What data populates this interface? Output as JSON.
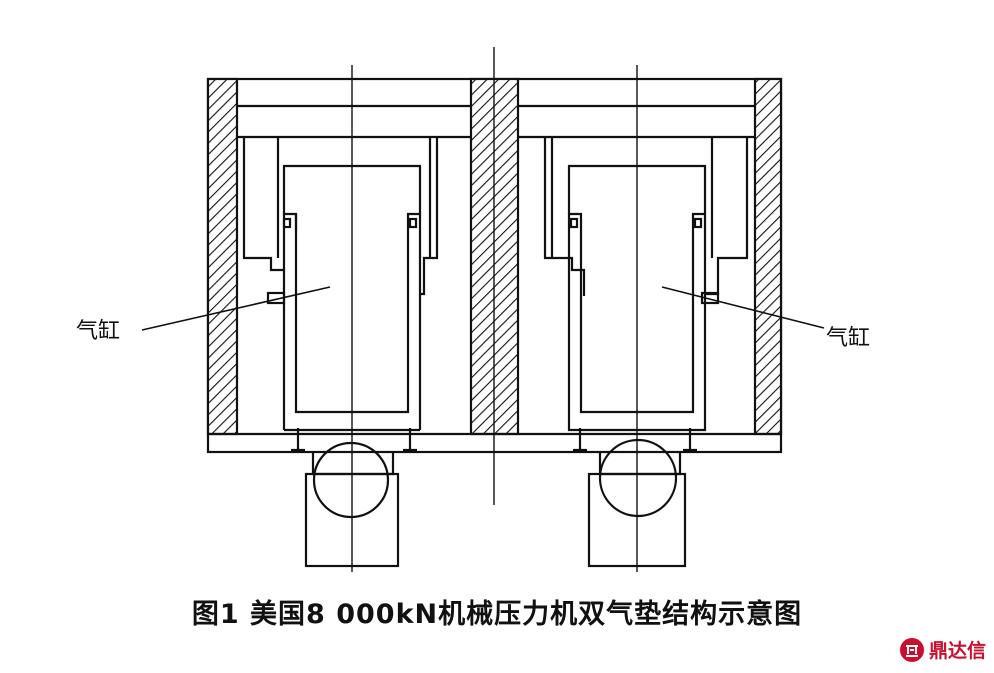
{
  "labels": {
    "cylinder_left": "气缸",
    "cylinder_right": "气缸"
  },
  "caption": "图1 美国8 000kN机械压力机双气垫结构示意图",
  "watermark": {
    "text": "鼎达信",
    "color": "#c8102e"
  },
  "colors": {
    "line": "#111111",
    "background": "#ffffff"
  }
}
